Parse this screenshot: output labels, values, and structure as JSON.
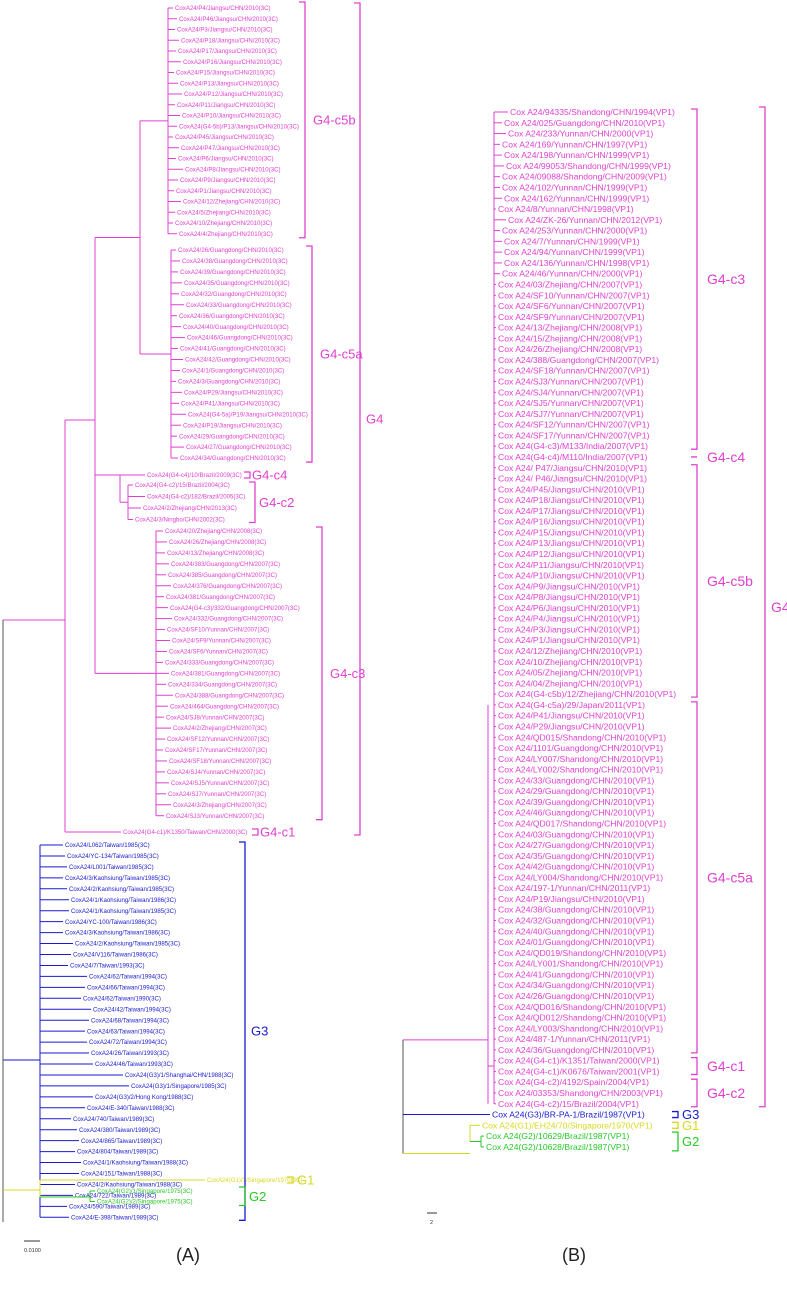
{
  "panel_a": {
    "label": "(A)",
    "scale": "0.0100",
    "colors": {
      "G4": "#e040d0",
      "G3": "#1a1ad0",
      "G1": "#d8d820",
      "G2": "#28c828",
      "root": "#555555"
    },
    "groups": [
      {
        "key": "G4",
        "color": "#e040d0",
        "clades": [
          {
            "name": "G4-c5b",
            "leaves": [
              "CoxA24/P4/Jiangsu/CHN/2010(3C)",
              "CoxA24/P46/Jiangsu/CHN/2010(3C)",
              "CoxA24/P3/Jiangsu/CHN/2010(3C)",
              "CoxA24/P18/Jiangsu/CHN/2010(3C)",
              "CoxA24/P17/Jiangsu/CHN/2010(3C)",
              "CoxA24/P16/Jiangsu/CHN/2010(3C)",
              "CoxA24/P15/Jiangsu/CHN/2010(3C)",
              "CoxA24/P13/Jiangsu/CHN/2010(3C)",
              "CoxA24/P12/Jiangsu/CHN/2010(3C)",
              "CoxA24/P11/Jiangsu/CHN/2010(3C)",
              "CoxA24/P10/Jiangsu/CHN/2010(3C)",
              "CoxA24(G4-5b)/P13/Jiangsu/CHN/2010(3C)",
              "CoxA24/P45/Jiangsu/CHN/2010(3C)",
              "CoxA24/P47/Jiangsu/CHN/2010(3C)",
              "CoxA24/P6/Jiangsu/CHN/2010(3C)",
              "CoxA24/P8/Jiangsu/CHN/2010(3C)",
              "CoxA24/P9/Jiangsu/CHN/2010(3C)",
              "CoxA24/P1/Jiangsu/CHN/2010(3C)",
              "CoxA24/12/Zhejiang/CHN/2010(3C)",
              "CoxA24/5/Zhejiang/CHN/2010(3C)",
              "CoxA24/10/Zhejiang/CHN/2010(3C)",
              "CoxA24/4/Zhejiang/CHN/2010(3C)"
            ]
          },
          {
            "name": "G4-c5a",
            "leaves": [
              "CoxA24/26/Guangdong/CHN/2010(3C)",
              "CoxA24/38/Guangdong/CHN/2010(3C)",
              "CoxA24/39/Guangdong/CHN/2010(3C)",
              "CoxA24/35/Guangdong/CHN/2010(3C)",
              "CoxA24/32/Guangdong/CHN/2010(3C)",
              "CoxA24/33/Guangdong/CHN/2010(3C)",
              "CoxA24/36/Guangdong/CHN/2010(3C)",
              "CoxA24/40/Guangdong/CHN/2010(3C)",
              "CoxA24/46/Guangdong/CHN/2010(3C)",
              "CoxA24/41/Guangdong/CHN/2010(3C)",
              "CoxA24/42/Guangdong/CHN/2010(3C)",
              "CoxA24/1/Guangdong/CHN/2010(3C)",
              "CoxA24/3/Guangdong/CHN/2010(3C)",
              "CoxA24/P29/Jiangsu/CHN/2010(3C)",
              "CoxA24/P41/Jiangsu/CHN/2010(3C)",
              "CoxA24(G4-5a)/P19/Jiangsu/CHN/2010(3C)",
              "CoxA24/P19/Jiangsu/CHN/2010(3C)",
              "CoxA24/29/Guangdong/CHN/2010(3C)",
              "CoxA24/27/Guangdong/CHN/2010(3C)",
              "CoxA24/34/Guangdong/CHN/2010(3C)"
            ]
          },
          {
            "name": "G4-c4",
            "leaves": [
              "CoxA24(G4-c4)/10/Brazil/2009(3C)"
            ]
          },
          {
            "name": "G4-c2",
            "leaves": [
              "CoxA24(G4-c2)/15/Brazil/2004(3C)",
              "CoxA24(G4-c2)/182/Brazil/2005(3C)",
              "CoxA24/2/Zhejiang/CHN/2013(3C)",
              "CoxA24/3/Ningbo/CHN/2002(3C)"
            ]
          },
          {
            "name": "G4-c3",
            "leaves": [
              "CoxA24/20/Zhejiang/CHN/2008(3C)",
              "CoxA24/26/Zhejiang/CHN/2008(3C)",
              "CoxA24/13/Zhejiang/CHN/2008(3C)",
              "CoxA24/383/Guangdong/CHN/2007(3C)",
              "CoxA24/385/Guangdong/CHN/2007(3C)",
              "CoxA24/376/Guangdong/CHN/2007(3C)",
              "CoxA24/381/Guangdong/CHN/2007(3C)",
              "CoxA24(G4-c3)/332/Guangdong/CHN/2007(3C)",
              "CoxA24/332/Guangdong/CHN/2007(3C)",
              "CoxA24/SF10/Yunnan/CHN/2007(3C)",
              "CoxA24/SF9/Yunnan/CHN/2007(3C)",
              "CoxA24/SF6/Yunnan/CHN/2007(3C)",
              "CoxA24/333/Guangdong/CHN/2007(3C)",
              "CoxA24/381/Guangdong/CHN/2007(3C)",
              "CoxA24/334/Guangdong/CHN/2007(3C)",
              "CoxA24/388/Guangdong/CHN/2007(3C)",
              "CoxA24/464/Guangdong/CHN/2007(3C)",
              "CoxA24/SJ8/Yunnan/CHN/2007(3C)",
              "CoxA24/2/Zhejiang/CHN/2007(3C)",
              "CoxA24/SF12/Yunnan/CHN/2007(3C)",
              "CoxA24/SF17/Yunnan/CHN/2007(3C)",
              "CoxA24/SF18/Yunnan/CHN/2007(3C)",
              "CoxA24/SJ4/Yunnan/CHN/2007(3C)",
              "CoxA24/SJ5/Yunnan/CHN/2007(3C)",
              "CoxA24/SJ7/Yunnan/CHN/2007(3C)",
              "CoxA24/3/Zhejiang/CHN/2007(3C)",
              "CoxA24/SJ3/Yunnan/CHN/2007(3C)"
            ]
          },
          {
            "name": "G4-c1",
            "leaves": [
              "CoxA24(G4-c1)/K1350/Taiwan/CHN/2000(3C)"
            ]
          }
        ]
      },
      {
        "key": "G3",
        "color": "#1a1ad0",
        "clades": [
          {
            "name": "G3",
            "leaves": [
              "CoxA24/L062/Taiwan/1985(3C)",
              "CoxA24/YC-134/Taiwan/1985(3C)",
              "CoxA24/L001/Taiwan/1985(3C)",
              "CoxA24/3/Kaohsiung/Taiwan/1985(3C)",
              "CoxA24/2/Kaohsiung/Taiwan/1985(3C)",
              "CoxA24/1/Kaohsiung/Taiwan/1986(3C)",
              "CoxA24/1/Kaohsiung/Taiwan/1985(3C)",
              "CoxA24/YC-100/Taiwan/1986(3C)",
              "CoxA24/3/Kaohsiung/Taiwan/1986(3C)",
              "CoxA24/2/Kaohsiung/Taiwan/1985(3C)",
              "CoxA24/V116/Taiwan/1986(3C)",
              "CoxA24/7/Taiwan/1993(3C)",
              "CoxA24/62/Taiwan/1994(3C)",
              "CoxA24/66/Taiwan/1994(3C)",
              "CoxA24/62/Taiwan/1990(3C)",
              "CoxA24/42/Taiwan/1994(3C)",
              "CoxA24/68/Taiwan/1994(3C)",
              "CoxA24/63/Taiwan/1994(3C)",
              "CoxA24/72/Taiwan/1994(3C)",
              "CoxA24/26/Taiwan/1993(3C)",
              "CoxA24/46/Taiwan/1993(3C)",
              "CoxA24(G3)/1/Shanghai/CHN/1988(3C)",
              "CoxA24(G3)/1/Singapore/1985(3C)",
              "CoxA24(G3)/2/Hong Kong/1988(3C)",
              "CoxA24/E-340/Taiwan/1988(3C)",
              "CoxA24/740/Taiwan/1989(3C)",
              "CoxA24/380/Taiwan/1989(3C)",
              "CoxA24/865/Taiwan/1989(3C)",
              "CoxA24/804/Taiwan/1989(3C)",
              "CoxA24/1/Kaohsiung/Taiwan/1988(3C)",
              "CoxA24/151/Taiwan/1988(3C)",
              "CoxA24/2/Kaohsiung/Taiwan/1988(3C)",
              "CoxA24/722/Taiwan/1989(3C)",
              "CoxA24/590/Taiwan/1989(3C)",
              "CoxA24/E-398/Taiwan/1989(3C)"
            ]
          }
        ]
      },
      {
        "key": "G1",
        "color": "#d8d820",
        "clades": [
          {
            "name": "G1",
            "leaves": [
              "CoxA24(G1)/?/Singapore/1970(3C)"
            ]
          }
        ]
      },
      {
        "key": "G2",
        "color": "#28c828",
        "clades": [
          {
            "name": "G2",
            "leaves": [
              "CoxA24(G2)/1/Singapore/1975(3C)",
              "CoxA24(G2)/2/Singapore/1975(3C)"
            ]
          }
        ]
      }
    ]
  },
  "panel_b": {
    "label": "(B)",
    "scale": "2",
    "groups": [
      {
        "key": "G4",
        "color": "#e040d0",
        "clades": [
          {
            "name": "G4-c3",
            "leaves": [
              "Cox A24/94335/Shandong/CHN/1994(VP1)",
              "Cox A24/025/Guangdong/CHN/2010(VP1)",
              "Cox A24/233/Yunnan/CHN/2000(VP1)",
              "Cox A24/169/Yunnan/CHN/1997(VP1)",
              "Cox A24/198/Yunnan/CHN/1999(VP1)",
              "Cox A24/99053/Shandong/CHN/1999(VP1)",
              "Cox A24/09088/Shandong/CHN/2009(VP1)",
              "Cox A24/102/Yunnan/CHN/1999(VP1)",
              "Cox A24/162/Yunnan/CHN/1999(VP1)",
              "Cox A24/8/Yunnan/CHN/1998(VP1)",
              "Cox A24/ZK-26/Yunnan/CHN/2012(VP1)",
              "Cox A24/253/Yunnan/CHN/2000(VP1)",
              "Cox A24/7/Yunnan/CHN/1999(VP1)",
              "Cox A24/94/Yunnan/CHN/1999(VP1)",
              "Cox A24/136/Yunnan/CHN/1998(VP1)",
              "Cox A24/46/Yunnan/CHN/2000(VP1)",
              "Cox A24/03/Zhejiang/CHN/2007(VP1)",
              "Cox A24/SF10/Yunnan/CHN/2007(VP1)",
              "Cox A24/SF6/Yunnan/CHN/2007(VP1)",
              "Cox A24/SF9/Yunnan/CHN/2007(VP1)",
              "Cox A24/13/Zhejiang/CHN/2008(VP1)",
              "Cox A24/15/Zhejiang/CHN/2008(VP1)",
              "Cox A24/26/Zhejiang/CHN/2008(VP1)",
              "Cox A24/388/Guangdong/CHN/2007(VP1)",
              "Cox A24/SF18/Yunnan/CHN/2007(VP1)",
              "Cox A24/SJ3/Yunnan/CHN/2007(VP1)",
              "Cox A24/SJ4/Yunnan/CHN/2007(VP1)",
              "Cox A24/SJ5/Yunnan/CHN/2007(VP1)",
              "Cox A24/SJ7/Yunnan/CHN/2007(VP1)",
              "Cox A24/SF12/Yunnan/CHN/2007(VP1)",
              "Cox A24/SF17/Yunnan/CHN/2007(VP1)",
              "Cox A24(G4-c3)/M133/India/2007(VP1)"
            ]
          },
          {
            "name": "G4-c4",
            "leaves": [
              "Cox A24(G4-c4)/M110/India/2007(VP1)"
            ]
          },
          {
            "name": "G4-c5b",
            "leaves": [
              "Cox A24/ P47/Jiangsu/CHN/2010(VP1)",
              "Cox A24/ P46/Jiangsu/CHN/2010(VP1)",
              "Cox A24/P45/Jiangsu/CHN/2010(VP1)",
              "Cox A24/P18/Jiangsu/CHN/2010(VP1)",
              "Cox A24/P17/Jiangsu/CHN/2010(VP1)",
              "Cox A24/P16/Jiangsu/CHN/2010(VP1)",
              "Cox A24/P15/Jiangsu/CHN/2010(VP1)",
              "Cox A24/P13/Jiangsu/CHN/2010(VP1)",
              "Cox A24/P12/Jiangsu/CHN/2010(VP1)",
              "Cox A24/P11/Jiangsu/CHN/2010(VP1)",
              "Cox A24/P10/Jiangsu/CHN/2010(VP1)",
              "Cox A24/P9/Jiangsu/CHN/2010(VP1)",
              "Cox A24/P8/Jiangsu/CHN/2010(VP1)",
              "Cox A24/P6/Jiangsu/CHN/2010(VP1)",
              "Cox A24/P4/Jiangsu/CHN/2010(VP1)",
              "Cox A24/P3/Jiangsu/CHN/2010(VP1)",
              "Cox A24/P1/Jiangsu/CHN/2010(VP1)",
              "Cox A24/12/Zhejiang/CHN/2010(VP1)",
              "Cox A24/10/Zhejiang/CHN/2010(VP1)",
              "Cox A24/05/Zhejiang/CHN/2010(VP1)",
              "Cox A24/04/Zhejiang/CHN/2010(VP1)",
              "Cox A24(G4-c5b)/12/Zhejiang/CHN/2010(VP1)"
            ]
          },
          {
            "name": "G4-c5a",
            "leaves": [
              "Cox A24(G4-c5a)/29/Japan/2011(VP1)",
              "Cox A24/P41/Jiangsu/CHN/2010(VP1)",
              "Cox A24/P29/Jiangsu/CHN/2010(VP1)",
              "Cox A24/QD015/Shandong/CHN/2010(VP1)",
              "Cox A24/1101/Guangdong/CHN/2010(VP1)",
              "Cox A24/LY007/Shandong/CHN/2010(VP1)",
              "Cox A24/LY002/Shandong/CHN/2010(VP1)",
              "Cox A24/33/Guangdong/CHN/2010(VP1)",
              "Cox A24/29/Guangdong/CHN/2010(VP1)",
              "Cox A24/39/Guangdong/CHN/2010(VP1)",
              "Cox A24/46/Guangdong/CHN/2010(VP1)",
              "Cox A24/QD017/Shandong/CHN/2010(VP1)",
              "Cox A24/03/Guangdong/CHN/2010(VP1)",
              "Cox A24/27/Guangdong/CHN/2010(VP1)",
              "Cox A24/35/Guangdong/CHN/2010(VP1)",
              "Cox A24/42/Guangdong/CHN/2010(VP1)",
              "Cox A24/LY004/Shandong/CHN/2010(VP1)",
              "Cox A24/197-1/Yunnan/CHN/2011(VP1)",
              "Cox A24/P19/Jiangsu/CHN/2010(VP1)",
              "Cox A24/38/Guangdong/CHN/2010(VP1)",
              "Cox A24/32/Guangdong/CHN/2010(VP1)",
              "Cox A24/40/Guangdong/CHN/2010(VP1)",
              "Cox A24/01/Guangdong/CHN/2010(VP1)",
              "Cox A24/QD019/Shandong/CHN/2010(VP1)",
              "Cox A24/LY001/Shandong/CHN/2010(VP1)",
              "Cox A24/41/Guangdong/CHN/2010(VP1)",
              "Cox A24/34/Guangdong/CHN/2010(VP1)",
              "Cox A24/26/Guangdong/CHN/2010(VP1)",
              "Cox A24/QD016/Shandong/CHN/2010(VP1)",
              "Cox A24/QD012/Shandong/CHN/2010(VP1)",
              "Cox A24/LY003/Shandong/CHN/2010(VP1)",
              "Cox A24/487-1/Yunnan/CHN/2011(VP1)",
              "Cox A24/36/Guangdong/CHN/2010(VP1)"
            ]
          },
          {
            "name": "G4-c1",
            "leaves": [
              "Cox A24(G4-c1)/K1351/Taiwan/2000(VP1)",
              "Cox A24(G4-c1)/K0676/Taiwan/2001(VP1)"
            ]
          },
          {
            "name": "G4-c2",
            "leaves": [
              "Cox A24(G4-c2)/4192/Spain/2004(VP1)",
              "Cox A24/03353/Shandong/CHN/2003(VP1)",
              "Cox A24(G4-c2)/15/Brazil/2004(VP1)"
            ]
          }
        ]
      },
      {
        "key": "G3",
        "color": "#1a1ad0",
        "clades": [
          {
            "name": "G3",
            "leaves": [
              "Cox A24(G3)/BR-PA-1/Brazil/1987(VP1)"
            ]
          }
        ]
      },
      {
        "key": "G1",
        "color": "#d8d820",
        "clades": [
          {
            "name": "G1",
            "leaves": [
              "Cox A24(G1)/EH24/70/Singapore/1970(VP1)"
            ]
          }
        ]
      },
      {
        "key": "G2",
        "color": "#28c828",
        "clades": [
          {
            "name": "G2",
            "leaves": [
              "Cox A24(G2)/10629/Brazil/1987(VP1)",
              "Cox A24(G2)/10628/Brazil/1987(VP1)"
            ]
          }
        ]
      }
    ]
  }
}
